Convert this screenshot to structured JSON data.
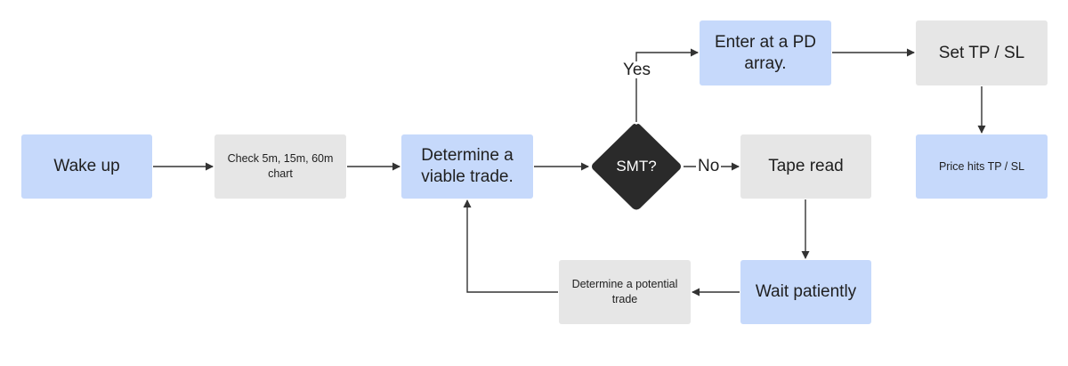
{
  "nodes": {
    "wake_up": "Wake up",
    "check_charts": "Check 5m, 15m, 60m chart",
    "viable_trade": "Determine a viable trade.",
    "smt": "SMT?",
    "enter_pd": "Enter at a PD array.",
    "set_tp_sl": "Set TP / SL",
    "price_hits": "Price hits TP / SL",
    "tape_read": "Tape read",
    "wait_patiently": "Wait patiently",
    "potential_trade": "Determine a potential trade"
  },
  "edges": {
    "yes_label": "Yes",
    "no_label": "No"
  },
  "colors": {
    "action_fill": "#c6d9fb",
    "step_fill": "#e6e6e6",
    "decision_fill": "#2a2a2a",
    "arrow": "#333333"
  }
}
